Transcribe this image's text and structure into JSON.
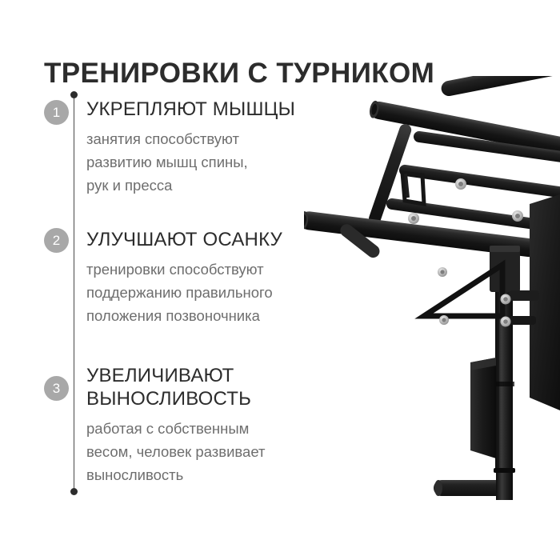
{
  "page": {
    "background_color": "#ffffff",
    "title": "ТРЕНИРОВКИ С ТУРНИКОМ",
    "title_color": "#2c2c2c"
  },
  "timeline": {
    "line_color": "#4a4a4a",
    "dot_color": "#2c2c2c"
  },
  "benefits": [
    {
      "number": "1",
      "heading": "УКРЕПЛЯЮТ МЫШЦЫ",
      "description": "занятия способствуют\nразвитию мышц спины,\nрук и пресса",
      "badge_color": "#a8a8a8",
      "heading_color": "#2c2c2c",
      "description_color": "#6e6e6e"
    },
    {
      "number": "2",
      "heading": "УЛУЧШАЮТ ОСАНКУ",
      "description": "тренировки способствуют\nподдержанию правильного\nположения позвоночника",
      "badge_color": "#a8a8a8",
      "heading_color": "#2c2c2c",
      "description_color": "#6e6e6e"
    },
    {
      "number": "3",
      "heading": "УВЕЛИЧИВАЮТ\nВЫНОСЛИВОСТЬ",
      "description": "работая с собственным\nвесом, человек развивает\nвыносливость",
      "badge_color": "#a8a8a8",
      "heading_color": "#2c2c2c",
      "description_color": "#6e6e6e"
    }
  ],
  "product_image": {
    "name": "wall-mounted-pull-up-bar",
    "frame_color": "#1a1a1a",
    "highlight_color": "#3a3a3a",
    "bolt_color": "#c9c9c9"
  }
}
